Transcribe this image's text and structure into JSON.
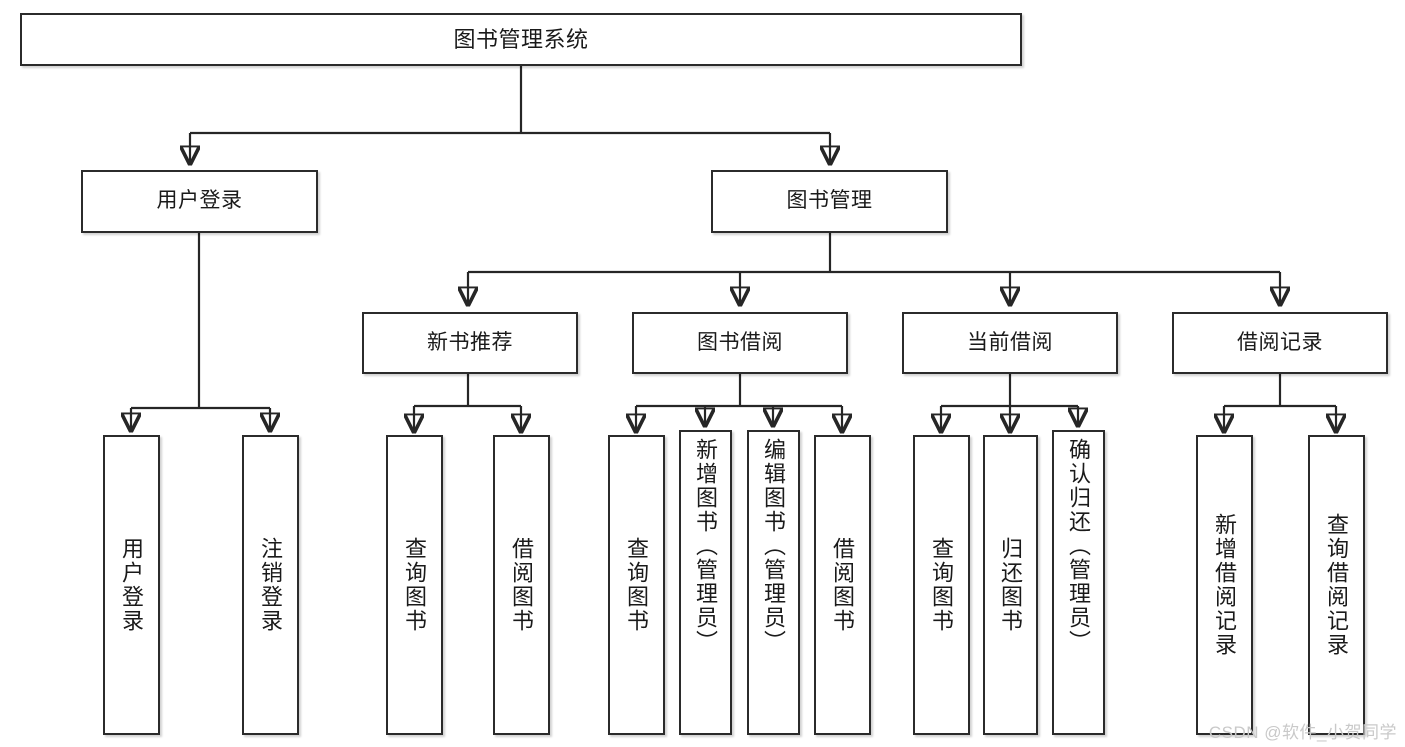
{
  "diagram": {
    "type": "tree-hierarchy",
    "title": "图书管理系统",
    "watermark": "CSDN @软件_小贺同学",
    "colors": {
      "box_border": "#2b2b2b",
      "box_fill": "#ffffff",
      "line": "#262626",
      "text": "#1a1a1a",
      "watermark": "#c9c9c9"
    },
    "levels": {
      "level1": [
        {
          "id": "root",
          "label": "图书管理系统",
          "orientation": "horizontal"
        }
      ],
      "level2": [
        {
          "id": "user-login",
          "label": "用户登录",
          "orientation": "horizontal"
        },
        {
          "id": "book-manage",
          "label": "图书管理",
          "orientation": "horizontal"
        }
      ],
      "level3": [
        {
          "id": "new-book-recommend",
          "label": "新书推荐",
          "orientation": "horizontal"
        },
        {
          "id": "book-borrow",
          "label": "图书借阅",
          "orientation": "horizontal"
        },
        {
          "id": "current-borrow",
          "label": "当前借阅",
          "orientation": "horizontal"
        },
        {
          "id": "borrow-record",
          "label": "借阅记录",
          "orientation": "horizontal"
        }
      ],
      "level4": [
        {
          "id": "leaf-user-login",
          "label": "用户登录",
          "orientation": "vertical",
          "parent": "user-login"
        },
        {
          "id": "leaf-logout-login",
          "label": "注销登录",
          "orientation": "vertical",
          "parent": "user-login"
        },
        {
          "id": "leaf-query-book-1",
          "label": "查询图书",
          "orientation": "vertical",
          "parent": "new-book-recommend"
        },
        {
          "id": "leaf-borrow-book-1",
          "label": "借阅图书",
          "orientation": "vertical",
          "parent": "new-book-recommend"
        },
        {
          "id": "leaf-query-book-2",
          "label": "查询图书",
          "orientation": "vertical",
          "parent": "book-borrow"
        },
        {
          "id": "leaf-add-book",
          "label": "新增图书（管理员）",
          "orientation": "vertical",
          "parent": "book-borrow"
        },
        {
          "id": "leaf-edit-book",
          "label": "编辑图书（管理员）",
          "orientation": "vertical",
          "parent": "book-borrow"
        },
        {
          "id": "leaf-borrow-book-2",
          "label": "借阅图书",
          "orientation": "vertical",
          "parent": "book-borrow"
        },
        {
          "id": "leaf-query-book-3",
          "label": "查询图书",
          "orientation": "vertical",
          "parent": "current-borrow"
        },
        {
          "id": "leaf-return-book",
          "label": "归还图书",
          "orientation": "vertical",
          "parent": "current-borrow"
        },
        {
          "id": "leaf-confirm-return",
          "label": "确认归还（管理员）",
          "orientation": "vertical",
          "parent": "current-borrow"
        },
        {
          "id": "leaf-add-record",
          "label": "新增借阅记录",
          "orientation": "vertical",
          "parent": "borrow-record"
        },
        {
          "id": "leaf-query-record",
          "label": "查询借阅记录",
          "orientation": "vertical",
          "parent": "borrow-record"
        }
      ]
    }
  }
}
